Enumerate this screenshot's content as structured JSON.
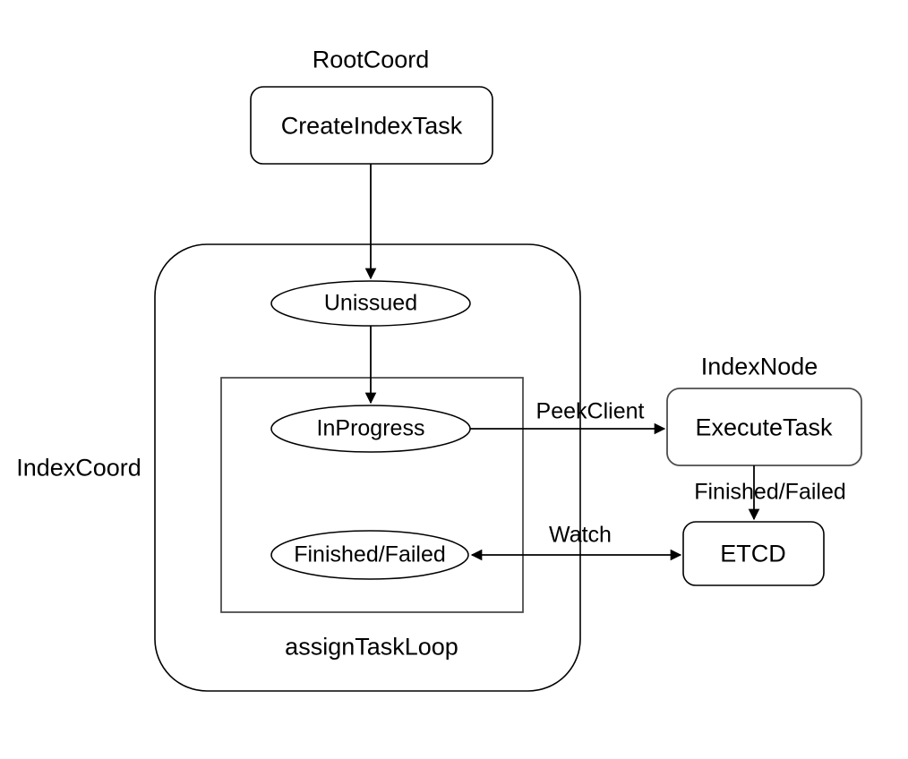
{
  "diagram": {
    "title_root": "RootCoord",
    "title_indexnode": "IndexNode",
    "label_indexcoord": "IndexCoord",
    "label_assigntaskloop": "assignTaskLoop",
    "nodes": {
      "create_index_task": "CreateIndexTask",
      "execute_task": "ExecuteTask",
      "etcd": "ETCD"
    },
    "states": {
      "unissued": "Unissued",
      "in_progress": "InProgress",
      "finished_failed": "Finished/Failed"
    },
    "edges": {
      "peek_client": "PeekClient",
      "finished_failed": "Finished/Failed",
      "watch": "Watch"
    },
    "colors": {
      "stroke": "#000000",
      "stroke_gray": "#4d4d4d",
      "text": "#000000",
      "background": "#ffffff"
    }
  }
}
